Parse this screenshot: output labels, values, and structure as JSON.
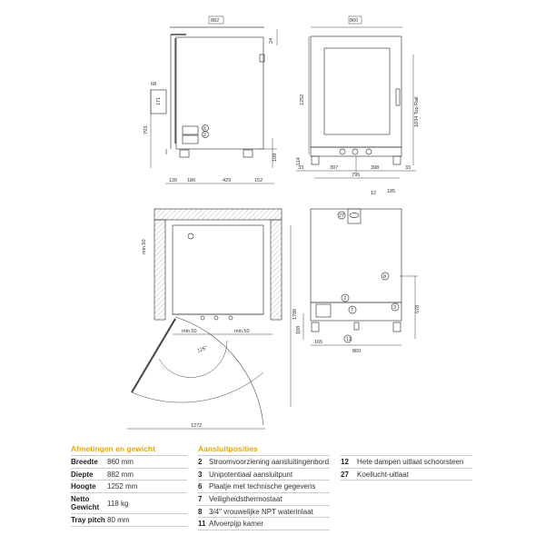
{
  "side_view": {
    "overall_depth": "882",
    "top_offset": "24",
    "left_offset": "68",
    "bracket_height": "171",
    "height_to_feet": "793",
    "foot_height": "108",
    "base_dims": [
      "136",
      "186",
      "429",
      "152"
    ],
    "callouts": [
      "6",
      "2"
    ]
  },
  "front_view": {
    "overall_width": "860",
    "overall_height": "1252",
    "top_rail": "1034 Top Rail",
    "foot_height": "114",
    "side_offsets": [
      "33",
      "33"
    ],
    "center_dims": [
      "397",
      "398"
    ],
    "foot_span": "795",
    "callout": "12",
    "chimney_offset": "185"
  },
  "plan_view": {
    "wall_clearance": "min.50",
    "min_left": "min.50",
    "min_right": "min.50",
    "door_angle": "125°",
    "overall_depth": "1786",
    "door_swing_width": "1272"
  },
  "rear_view": {
    "callouts": [
      "27",
      "8",
      "2",
      "7",
      "3",
      "11"
    ],
    "water_inlet_height": "578",
    "foot_height": "108",
    "left_offset": "165",
    "overall_width": "860"
  },
  "specs": {
    "title": "Afmetingen en gewicht",
    "rows": [
      {
        "key": "Breedte",
        "value": "860 mm"
      },
      {
        "key": "Diepte",
        "value": "882 mm"
      },
      {
        "key": "Hoogte",
        "value": "1252 mm"
      },
      {
        "key": "Netto Gewicht",
        "value": "118 kg"
      },
      {
        "key": "Tray pitch",
        "value": "80 mm"
      }
    ]
  },
  "connections": {
    "title": "Aansluitposities",
    "col1": [
      {
        "num": "2",
        "label": "Stroomvoorziening aansluitingenbord"
      },
      {
        "num": "3",
        "label": "Unipotentiaal aansluitpunt"
      },
      {
        "num": "6",
        "label": "Plaatje met technische gegevens"
      },
      {
        "num": "7",
        "label": "Veiligheidsthermostaat"
      },
      {
        "num": "8",
        "label": "3/4\" vrouwelijke NPT waterinlaat"
      },
      {
        "num": "11",
        "label": "Afvoerpijp kamer"
      }
    ],
    "col2": [
      {
        "num": "12",
        "label": "Hete dampen uitlaat schoorsteen"
      },
      {
        "num": "27",
        "label": "Koellucht-uitlaat"
      }
    ]
  }
}
